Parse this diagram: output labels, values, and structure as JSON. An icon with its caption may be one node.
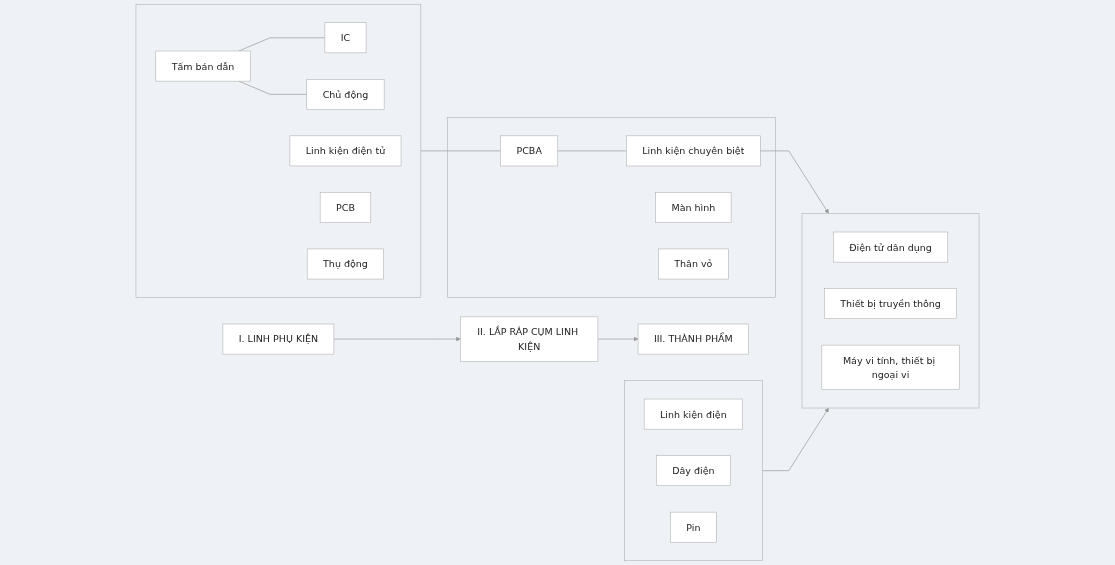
{
  "diagram": {
    "nodes": [
      {
        "text": [
          "I. LINH PHỤ KIỆN"
        ]
      },
      {
        "text": [
          "II. LẮP RÁP CỤM LINH KIỆN"
        ]
      },
      {
        "text": [
          "III. THÀNH PHẨM"
        ]
      },
      {
        "text": [],
        "shape": "box"
      },
      {
        "text": [
          "Tấm bán dẫn"
        ],
        "in": 3
      },
      {
        "text": [
          "IC"
        ],
        "in": 3
      },
      {
        "text": [
          "Chủ động"
        ],
        "in": 3
      },
      {
        "text": [
          "Linh kiện điện tử"
        ],
        "in": 3
      },
      {
        "text": [
          "PCB"
        ],
        "in": 3
      },
      {
        "text": [
          "Thụ động"
        ],
        "in": 3
      },
      {
        "text": [],
        "shape": "box"
      },
      {
        "text": [
          "PCBA"
        ],
        "in": 10
      },
      {
        "text": [
          "Linh kiện chuyên biệt"
        ],
        "in": 10
      },
      {
        "text": [
          "Màn hình"
        ],
        "in": 10
      },
      {
        "text": [
          "Thân vỏ"
        ],
        "in": 10
      },
      {
        "text": [],
        "shape": "box"
      },
      {
        "text": [
          "Điện tử dân dụng"
        ],
        "in": 15
      },
      {
        "text": [
          "Thiết bị truyền thông"
        ],
        "in": 15
      },
      {
        "text": [
          "Máy vi tính, thiết bị ngoại vi"
        ],
        "in": 15
      },
      {
        "text": [],
        "shape": "box"
      },
      {
        "text": [
          "Linh kiện điện"
        ],
        "in": 19
      },
      {
        "text": [
          "Dây điện"
        ],
        "in": 19
      },
      {
        "text": [
          "Pin"
        ],
        "in": 19
      }
    ],
    "edges": [
      {
        "from": 0,
        "to": 1,
        "arrow": "to"
      },
      {
        "from": 1,
        "to": 2,
        "arrow": "to"
      },
      {
        "from": 4,
        "to": 5,
        "arrow": "none"
      },
      {
        "from": 4,
        "to": 6,
        "arrow": "none"
      },
      {
        "from": 3,
        "to": 11,
        "arrow": "none"
      },
      {
        "from": 11,
        "to": 12,
        "arrow": "none"
      },
      {
        "from": 12,
        "to": 15,
        "arrow": "to"
      },
      {
        "from": 19,
        "to": 15,
        "arrow": "to"
      }
    ]
  }
}
